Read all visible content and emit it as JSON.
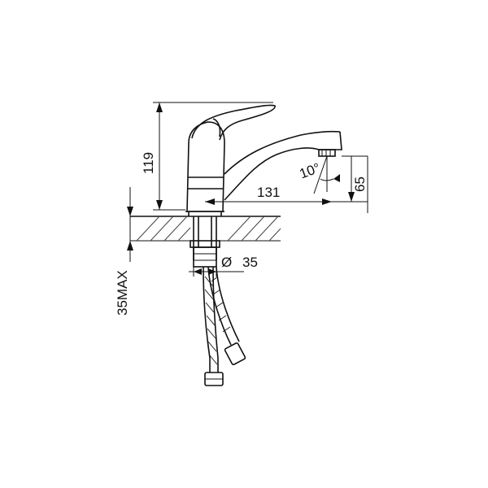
{
  "dimensions": {
    "height_total": "119",
    "spout_reach": "131",
    "spout_height": "65",
    "spout_angle": "10°",
    "hole_diameter_symbol": "Ø",
    "hole_diameter": "35",
    "counter_max": "35MAX"
  },
  "colors": {
    "line": "#111111",
    "background": "#ffffff"
  }
}
